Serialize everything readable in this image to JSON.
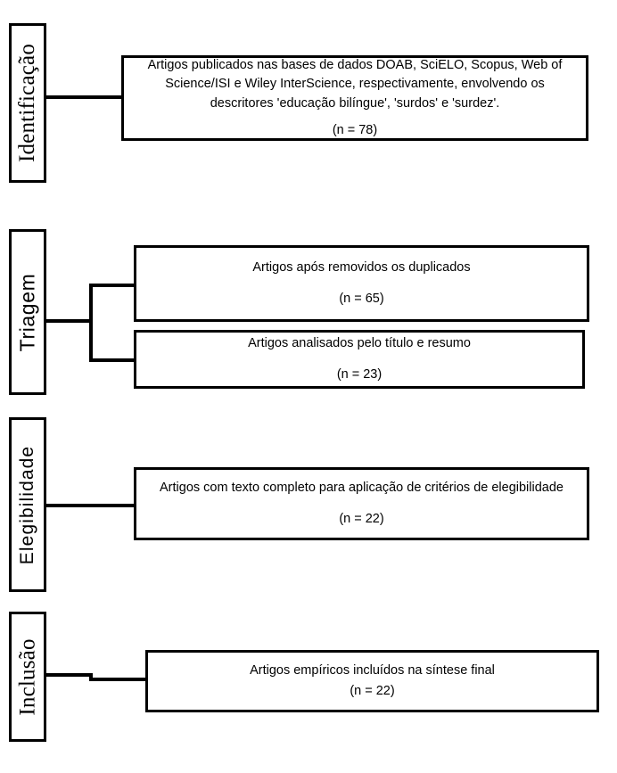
{
  "diagram": {
    "type": "prisma-flow-diagram",
    "language": "pt-BR",
    "line_color": "#000000",
    "background_color": "#ffffff",
    "stages": [
      {
        "id": "identificacao",
        "label": "Identificação",
        "boxes": [
          {
            "id": "identificacao-box",
            "body": "Artigos  publicados nas bases de dados DOAB, SciELO, Scopus, Web of Science/ISI e Wiley InterScience, respectivamente, envolvendo os descritores 'educação bilíngue', 'surdos' e 'surdez'.",
            "count": "(n = 78)",
            "n": 78
          }
        ]
      },
      {
        "id": "triagem",
        "label": "Triagem",
        "boxes": [
          {
            "id": "duplicados-box",
            "body": "Artigos após removidos os duplicados",
            "count": "(n = 65)",
            "n": 65
          },
          {
            "id": "titulo-resumo-box",
            "body": "Artigos analisados pelo título e resumo",
            "count": "(n = 23)",
            "n": 23
          }
        ]
      },
      {
        "id": "elegibilidade",
        "label": "Elegibilidade",
        "boxes": [
          {
            "id": "elegibilidade-box",
            "body": "Artigos com texto completo para aplicação de critérios de elegibilidade",
            "count": "(n = 22)",
            "n": 22
          }
        ]
      },
      {
        "id": "inclusao",
        "label": "Inclusão",
        "boxes": [
          {
            "id": "inclusao-box",
            "body": "Artigos empíricos incluídos na síntese final",
            "count": "(n = 22)",
            "n": 22
          }
        ]
      }
    ]
  }
}
